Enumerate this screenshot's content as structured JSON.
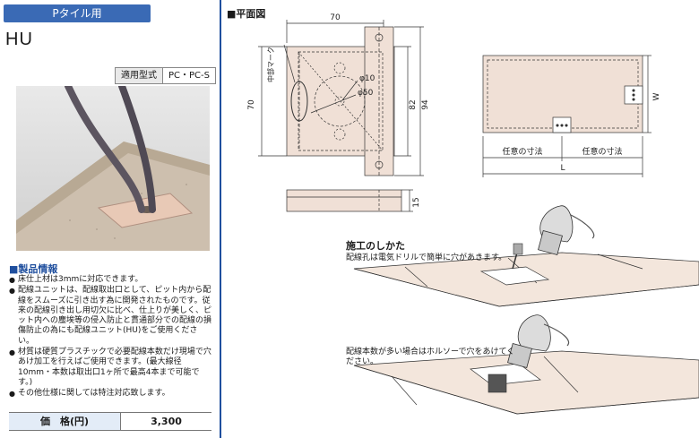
{
  "header": {
    "tab_label": "Pタイル用",
    "model": "HU"
  },
  "type_label": {
    "key": "適用型式",
    "value": "PC・PC-S"
  },
  "product_info": {
    "title": "■製品情報",
    "items": [
      "床仕上材は3mmに対応できます。",
      "配線ユニットは、配線取出口として、ピット内から配線をスムーズに引き出す為に開発されたものです。従来の配線引き出し用切欠に比べ、仕上りが美しく、ピット内への塵埃等の侵入防止と貫通部分での配線の損傷防止の為にも配線ユニット(HU)をご使用ください。",
      "材質は硬質プラスチックで必要配線本数だけ現場で穴あけ加工を行えばご使用できます。(最大線径10mm・本数は取出口1ヶ所で最高4本まで可能です。)",
      "その他仕様に関しては特注対応致します。"
    ]
  },
  "price": {
    "label": "価　格(円)",
    "value": "3,300"
  },
  "plan": {
    "title": "■平面図",
    "dim_width": "70",
    "dim_height_left": "70",
    "dim_82": "82",
    "dim_94": "94",
    "dim_15": "15",
    "dim_phi50": "φ50",
    "dim_phi10": "φ10",
    "center_mark": "中部マーク",
    "arbitrary_1": "任意の寸法",
    "arbitrary_2": "任意の寸法",
    "dim_L": "L",
    "dim_W": "W"
  },
  "construction": {
    "title": "施工のしかた",
    "step1": "配線孔は電気ドリルで簡単に穴があきます。",
    "step2": "配線本数が多い場合はホルソーで穴をあけてください。"
  },
  "colors": {
    "accent": "#3a6ab5",
    "price_bg": "#e3ecf7",
    "part_fill": "#f0e0d6",
    "tile_fill": "#f3e6dc"
  }
}
